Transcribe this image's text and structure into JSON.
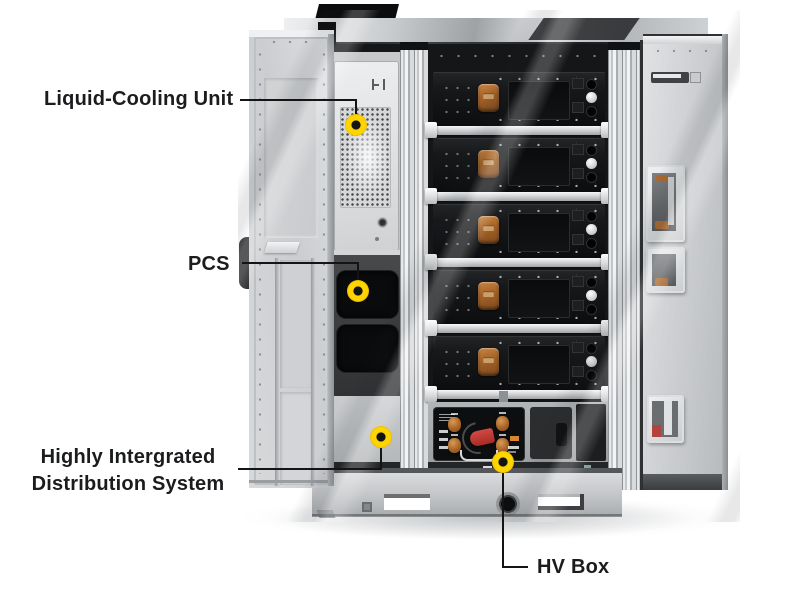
{
  "diagram": {
    "kind": "product-callout-diagram",
    "subject": "battery-energy-storage-cabinet-front-open"
  },
  "labels": {
    "liquid_cooling": "Liquid-Cooling Unit",
    "pcs": "PCS",
    "distribution_line1": "Highly Intergrated",
    "distribution_line2": "Distribution System",
    "hv_box": "HV Box"
  },
  "battery_module_count": 5,
  "colors": {
    "background": "#ffffff",
    "callout_marker": "#fed500",
    "callout_marker_dot": "#141414",
    "leader_line": "#141414",
    "label_text": "#1b1c1e",
    "connector_copper": "#a96a33",
    "breaker_red": "#c0342e"
  }
}
